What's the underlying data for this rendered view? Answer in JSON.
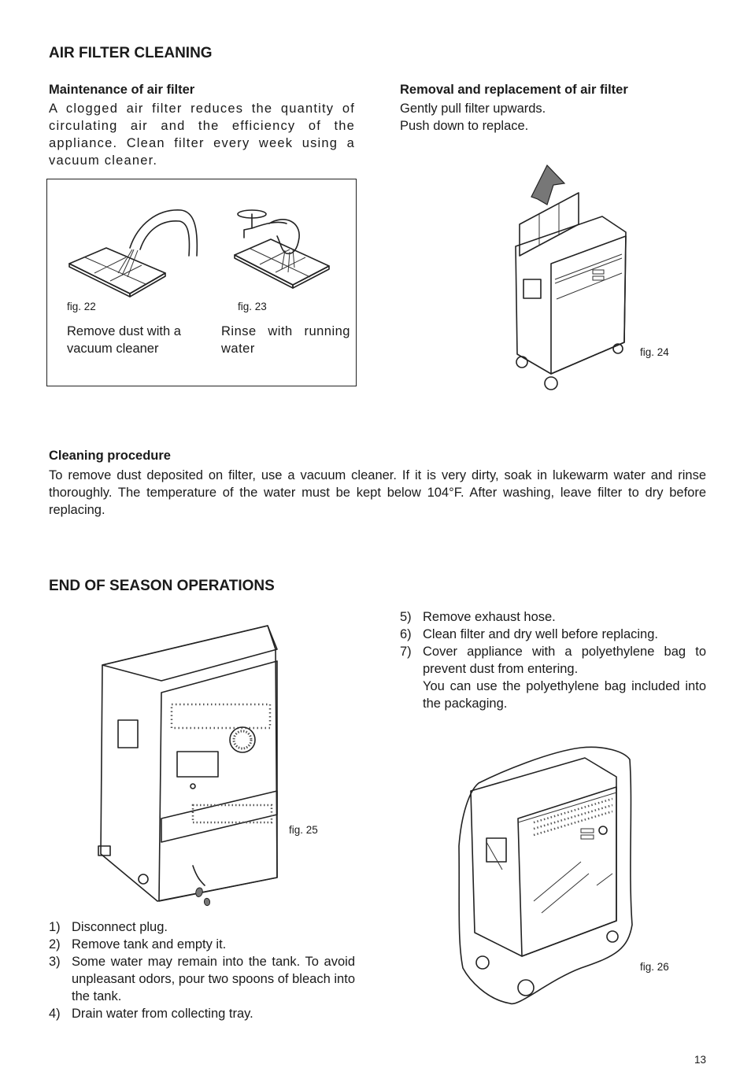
{
  "section1": {
    "title": "AIR FILTER CLEANING",
    "maintenance": {
      "heading": "Maintenance of air filter",
      "text": "A clogged air filter reduces the quantity of circulating air and the efficiency of the appliance. Clean filter every week using a vacuum cleaner."
    },
    "removal": {
      "heading": "Removal and replacement of air filter",
      "line1": "Gently pull filter upwards.",
      "line2": "Push down to replace."
    },
    "fig22": {
      "label": "fig. 22",
      "caption": "Remove dust with a vacuum cleaner"
    },
    "fig23": {
      "label": "fig. 23",
      "caption": "Rinse with running water"
    },
    "fig24": {
      "label": "fig. 24"
    },
    "cleaning": {
      "heading": "Cleaning procedure",
      "text": "To remove dust deposited on filter, use a vacuum cleaner. If it is very dirty, soak in lukewarm water and rinse thoroughly. The temperature of the water must be kept below 104°F. After washing, leave filter to dry before replacing."
    }
  },
  "section2": {
    "title": "END OF SEASON OPERATIONS",
    "fig25": {
      "label": "fig. 25"
    },
    "fig26": {
      "label": "fig. 26"
    },
    "steps_left": [
      {
        "num": "1)",
        "text": "Disconnect plug."
      },
      {
        "num": "2)",
        "text": "Remove tank and empty it."
      },
      {
        "num": "3)",
        "text": "Some water may remain into the tank. To avoid unpleasant odors, pour two spoons of bleach into the tank."
      },
      {
        "num": "4)",
        "text": "Drain water from collecting tray."
      }
    ],
    "steps_right": [
      {
        "num": "5)",
        "text": "Remove exhaust hose."
      },
      {
        "num": "6)",
        "text": "Clean filter and dry well before replacing."
      },
      {
        "num": "7)",
        "text": "Cover appliance with a polyethylene bag to prevent dust from entering."
      }
    ],
    "step7_extra": "You can use the polyethylene bag included into the packaging."
  },
  "page_number": "13"
}
